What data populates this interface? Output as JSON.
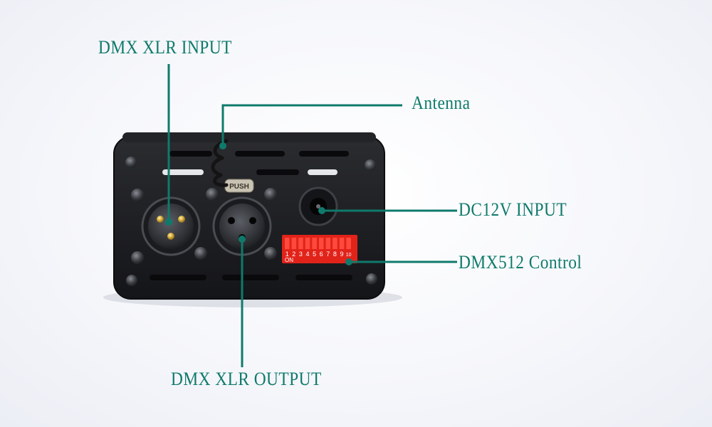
{
  "accent_color": "#0f7a6c",
  "device": {
    "push_label": "PUSH",
    "dip_numbers": [
      "1",
      "2",
      "3",
      "4",
      "5",
      "6",
      "7",
      "8",
      "9",
      "10"
    ],
    "dip_on_label": "ON"
  },
  "callouts": {
    "dmx_xlr_input": "DMX XLR INPUT",
    "antenna": "Antenna",
    "dc12v_input": "DC12V INPUT",
    "dmx512_control": "DMX512 Control",
    "dmx_xlr_output": "DMX XLR OUTPUT"
  }
}
